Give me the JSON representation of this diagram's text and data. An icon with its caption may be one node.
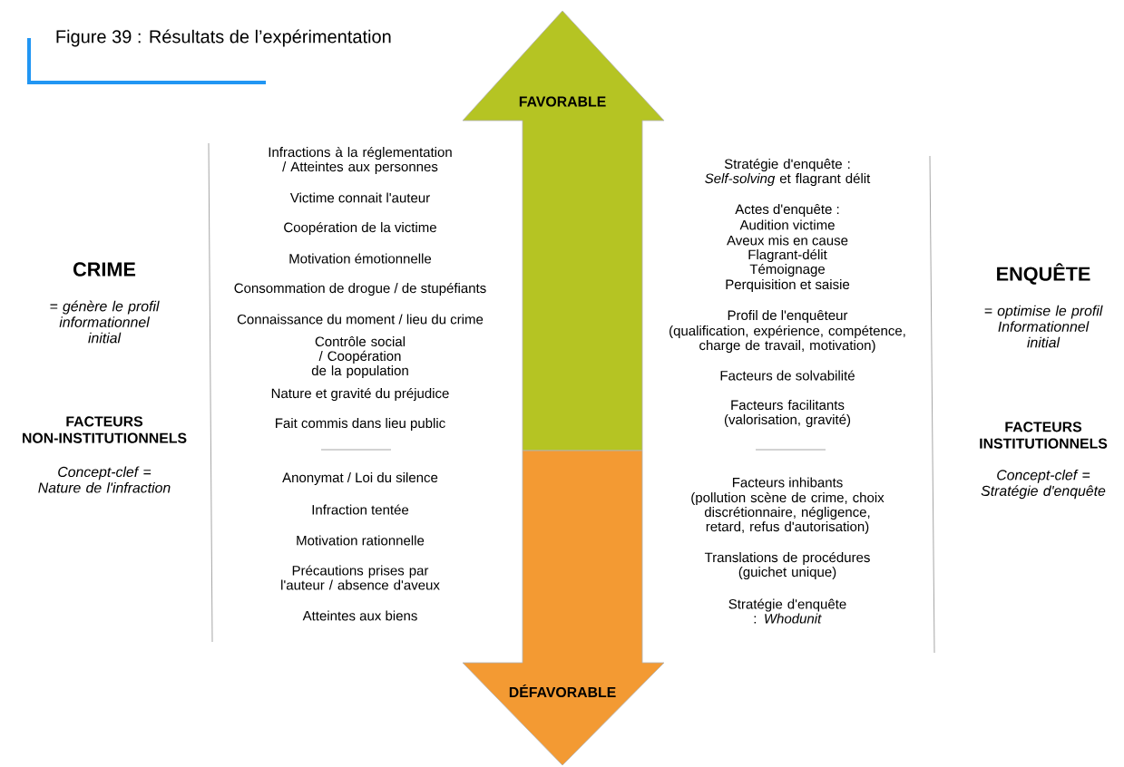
{
  "diagram": {
    "title": "Figure 39 : Résultats de l’expérimentation",
    "nodes": [
      {
        "text": [
          "FAVORABLE"
        ]
      },
      {
        "text": [
          "DÉFAVORABLE"
        ]
      }
    ],
    "labels": [
      "CRIME",
      "= génère le profil informationnel initial",
      "FACTEURS NON-INSTITUTIONNELS",
      "Concept-clef = Nature de l'infraction",
      "Infractions à la réglementation / Atteintes aux personnes",
      "Victime connait l'auteur",
      "Coopération de la victime",
      "Motivation émotionnelle",
      "Consommation de drogue / de stupéfiants",
      "Connaissance du moment / lieu du crime",
      "Contrôle social / Coopération de la population",
      "Nature et gravité du préjudice",
      "Fait commis dans lieu public",
      "Anonymat / Loi du silence",
      "Infraction tentée",
      "Motivation rationnelle",
      "Précautions prises par l'auteur / absence d'aveux",
      "Atteintes aux biens",
      "Stratégie d'enquête : *Self-solving* et flagrant délit",
      "Actes d'enquête :",
      "Audition victime",
      "Aveux mis en cause",
      "Flagrant-délit",
      "Témoignage",
      "Perquisition et saisie",
      "Profil de l'enquêteur",
      "(qualification, expérience, compétence, charge de travail, motivation)",
      "Facteurs de solvabilité",
      "Facteurs facilitants (valorisation, gravité)",
      "Facteurs inhibants",
      "(pollution scène de crime, choix discrétionnaire, négligence, retard, refus d'autorisation)",
      "Translations de procédures (guichet unique)",
      "Stratégie d'enquête : *Whodunit*",
      "ENQUÊTE",
      "= optimise le profil Informationnel initial",
      "FACTEURS INSTITUTIONNELS",
      "Concept-clef = Stratégie d'enquête"
    ]
  }
}
